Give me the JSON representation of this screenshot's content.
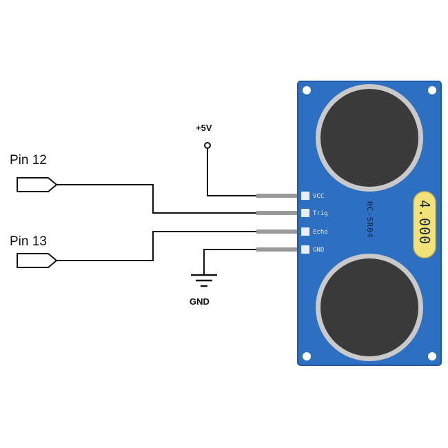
{
  "inputs": {
    "pin12": "Pin 12",
    "pin13": "Pin 13"
  },
  "power": {
    "vcc_label": "+5V",
    "gnd_label": "GND"
  },
  "module": {
    "model": "HC-SR04",
    "version": "4.000",
    "pins": [
      "VCC",
      "Trig",
      "Echo",
      "GND"
    ]
  },
  "colors": {
    "board": "#2d6fc0",
    "board_edge": "#1f5aa3",
    "transducer": "#3a3a3a",
    "transducer_ring": "#c9c9c9",
    "pin_lead": "#9a9a9a",
    "wire": "#111111",
    "crystal": "#f2e27a"
  }
}
